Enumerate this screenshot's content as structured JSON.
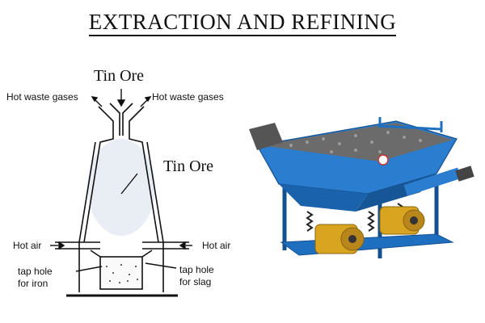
{
  "title": "EXTRACTION AND REFINING",
  "furnace": {
    "ore_top": "Tin Ore",
    "waste_left": "Hot waste gases",
    "waste_right": "Hot waste gases",
    "ore_inside": "Tin Ore",
    "air_left": "Hot air",
    "air_right": "Hot air",
    "tap_iron_1": "tap hole",
    "tap_iron_2": "for iron",
    "tap_slag_1": "tap hole",
    "tap_slag_2": "for slag"
  },
  "colors": {
    "jig_blue": "#1f6fc0",
    "jig_dark": "#14508f",
    "motor_yellow": "#d9a520",
    "ore_gray": "#6b6b6b"
  }
}
